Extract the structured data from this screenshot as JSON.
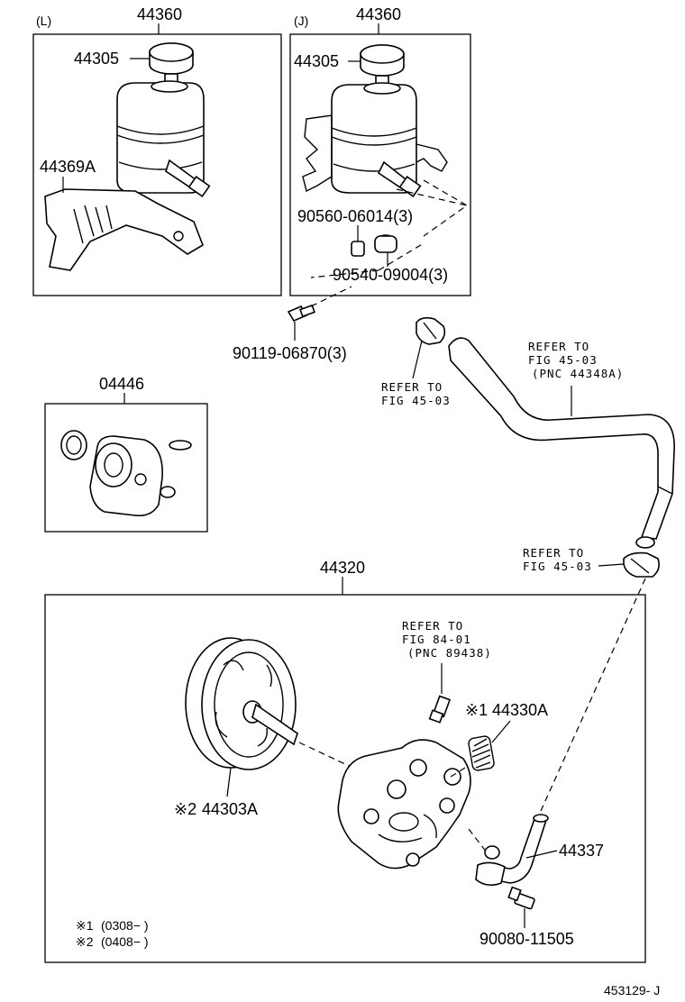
{
  "labels": {
    "variant_l": "(L)",
    "variant_j": "(J)",
    "reservoir_assy_left": "44360",
    "reservoir_assy_right": "44360",
    "cap_left": "44305",
    "cap_right": "44305",
    "bracket_left": "44369A",
    "bolt_a": "90560-06014(3)",
    "cushion": "90540-09004(3)",
    "bolt_b": "90119-06870(3)",
    "gasket_kit": "04446",
    "pump_assy": "44320",
    "sensor": "44330A",
    "sensor_mark": "※1",
    "pulley": "44303A",
    "pulley_mark": "※2",
    "pipe": "44337",
    "union_bolt": "90080-11505",
    "note1_mark": "※1",
    "note1_text": "(0308−    )",
    "note2_mark": "※2",
    "note2_text": "(0408−    )",
    "footer_code": "453129- J"
  },
  "references": {
    "hose_clamp": [
      "REFER TO",
      "FIG 45-03"
    ],
    "return_hose": [
      "REFER TO",
      "FIG 45-03",
      "(PNC 44348A)"
    ],
    "hose_end": [
      "REFER TO",
      "FIG 45-03"
    ],
    "pressure_switch": [
      "REFER TO",
      "FIG 84-01",
      "(PNC 89438)"
    ]
  }
}
